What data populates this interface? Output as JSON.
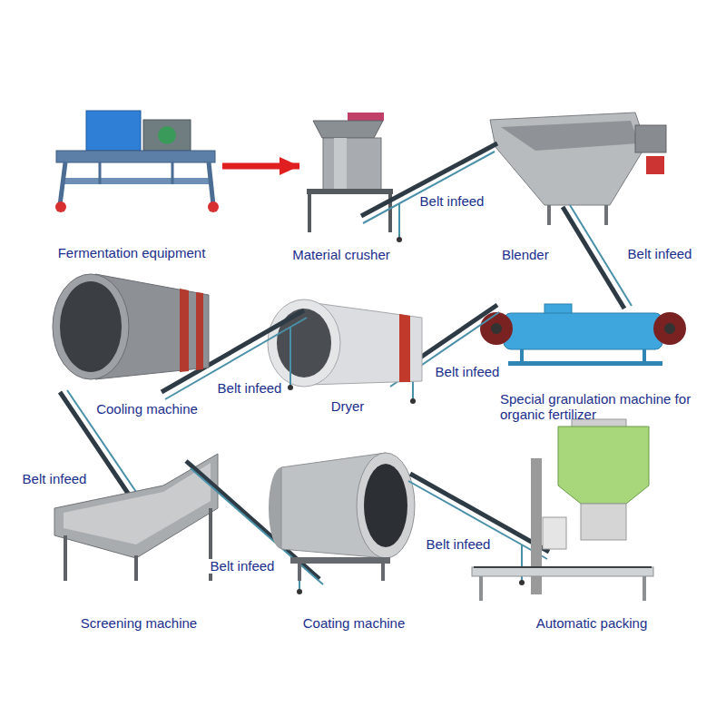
{
  "diagram": {
    "nodes": [
      {
        "text": [
          "Fermentation equipment"
        ]
      },
      {
        "text": [
          "Material crusher"
        ]
      },
      {
        "text": [
          "Blender"
        ]
      },
      {
        "text": [
          "Cooling machine"
        ]
      },
      {
        "text": [
          "Dryer"
        ]
      },
      {
        "text": [
          "Special granulation machine for organic fertilizer"
        ]
      },
      {
        "text": [
          "Screening machine"
        ]
      },
      {
        "text": [
          "Coating machine"
        ]
      },
      {
        "text": [
          "Automatic packing"
        ]
      }
    ],
    "edges": [
      {
        "from": 0,
        "to": 1,
        "arrow": "to"
      }
    ],
    "labels": [
      "Belt infeed",
      "Belt infeed",
      "Belt infeed",
      "Belt infeed",
      "Belt infeed",
      "Belt infeed",
      "Belt infeed"
    ]
  }
}
